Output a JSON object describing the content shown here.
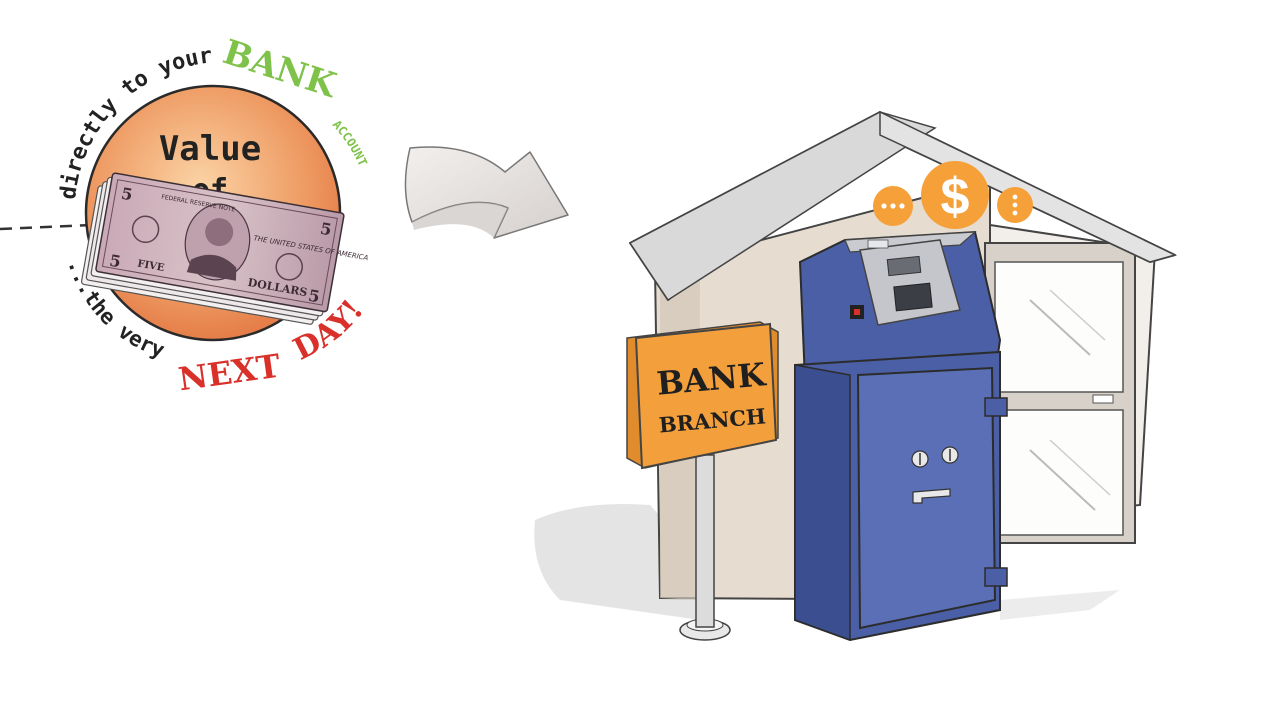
{
  "badge": {
    "arc_top": "directly to your",
    "bank_word": "BANK",
    "account_word": "ACCOUNT",
    "center_line1": "Value",
    "center_line2": "of",
    "arc_bottom": "...the very",
    "next_word": "NEXT",
    "day_word": "DAY!",
    "bill_denomination": "5",
    "bill_header": "FEDERAL RESERVE NOTE",
    "bill_country": "THE UNITED STATES OF AMERICA",
    "bill_dollars": "DOLLARS",
    "bill_five": "FIVE"
  },
  "sign": {
    "line1": "BANK",
    "line2": "BRANCH"
  },
  "roof_icons": {
    "dollar_symbol": "$"
  },
  "colors": {
    "badge_orange": "#ee9a62",
    "bank_green": "#7fc24a",
    "next_day_red": "#d9302a",
    "sign_orange": "#f3a03c",
    "atm_blue": "#4a5fa6",
    "roof_icon_orange": "#f6a03a"
  }
}
